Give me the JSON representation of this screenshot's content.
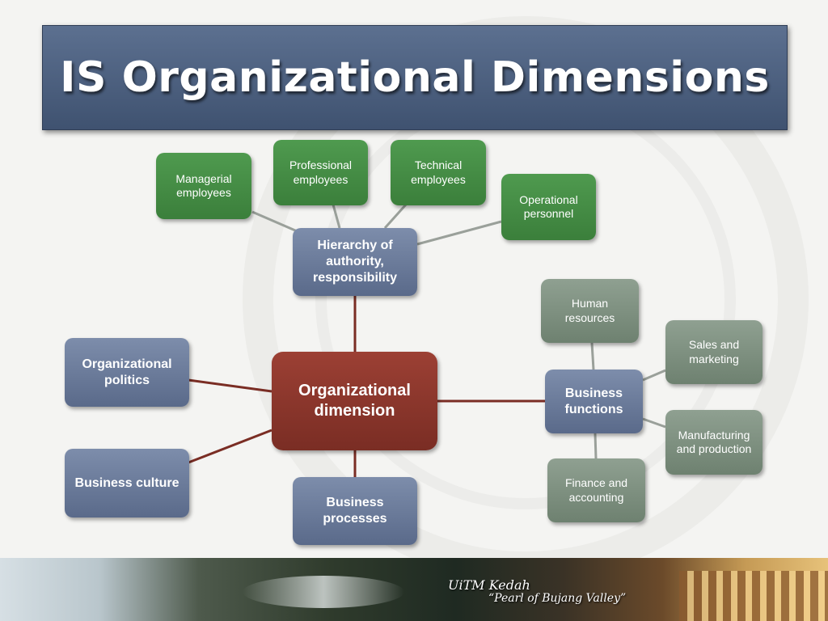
{
  "title": "IS Organizational Dimensions",
  "colors": {
    "title_bar": "#4a5d7c",
    "green_node": "#428a42",
    "blue_node": "#6a7a9a",
    "sage_node": "#7d8f7f",
    "center_node": "#8a362c",
    "connector_gray": "#9aa09a",
    "connector_red": "#7a2d24"
  },
  "diagram": {
    "center": "Organizational dimension",
    "hierarchy": {
      "label": "Hierarchy of authority, responsibility",
      "children": [
        "Managerial employees",
        "Professional employees",
        "Technical employees",
        "Operational personnel"
      ]
    },
    "politics": "Organizational politics",
    "culture": "Business culture",
    "processes": "Business processes",
    "functions": {
      "label": "Business functions",
      "children": [
        "Human resources",
        "Sales and marketing",
        "Manufacturing and production",
        "Finance and accounting"
      ]
    }
  },
  "footer": {
    "line1": "UiTM Kedah",
    "line2": "“Pearl of Bujang Valley”"
  }
}
